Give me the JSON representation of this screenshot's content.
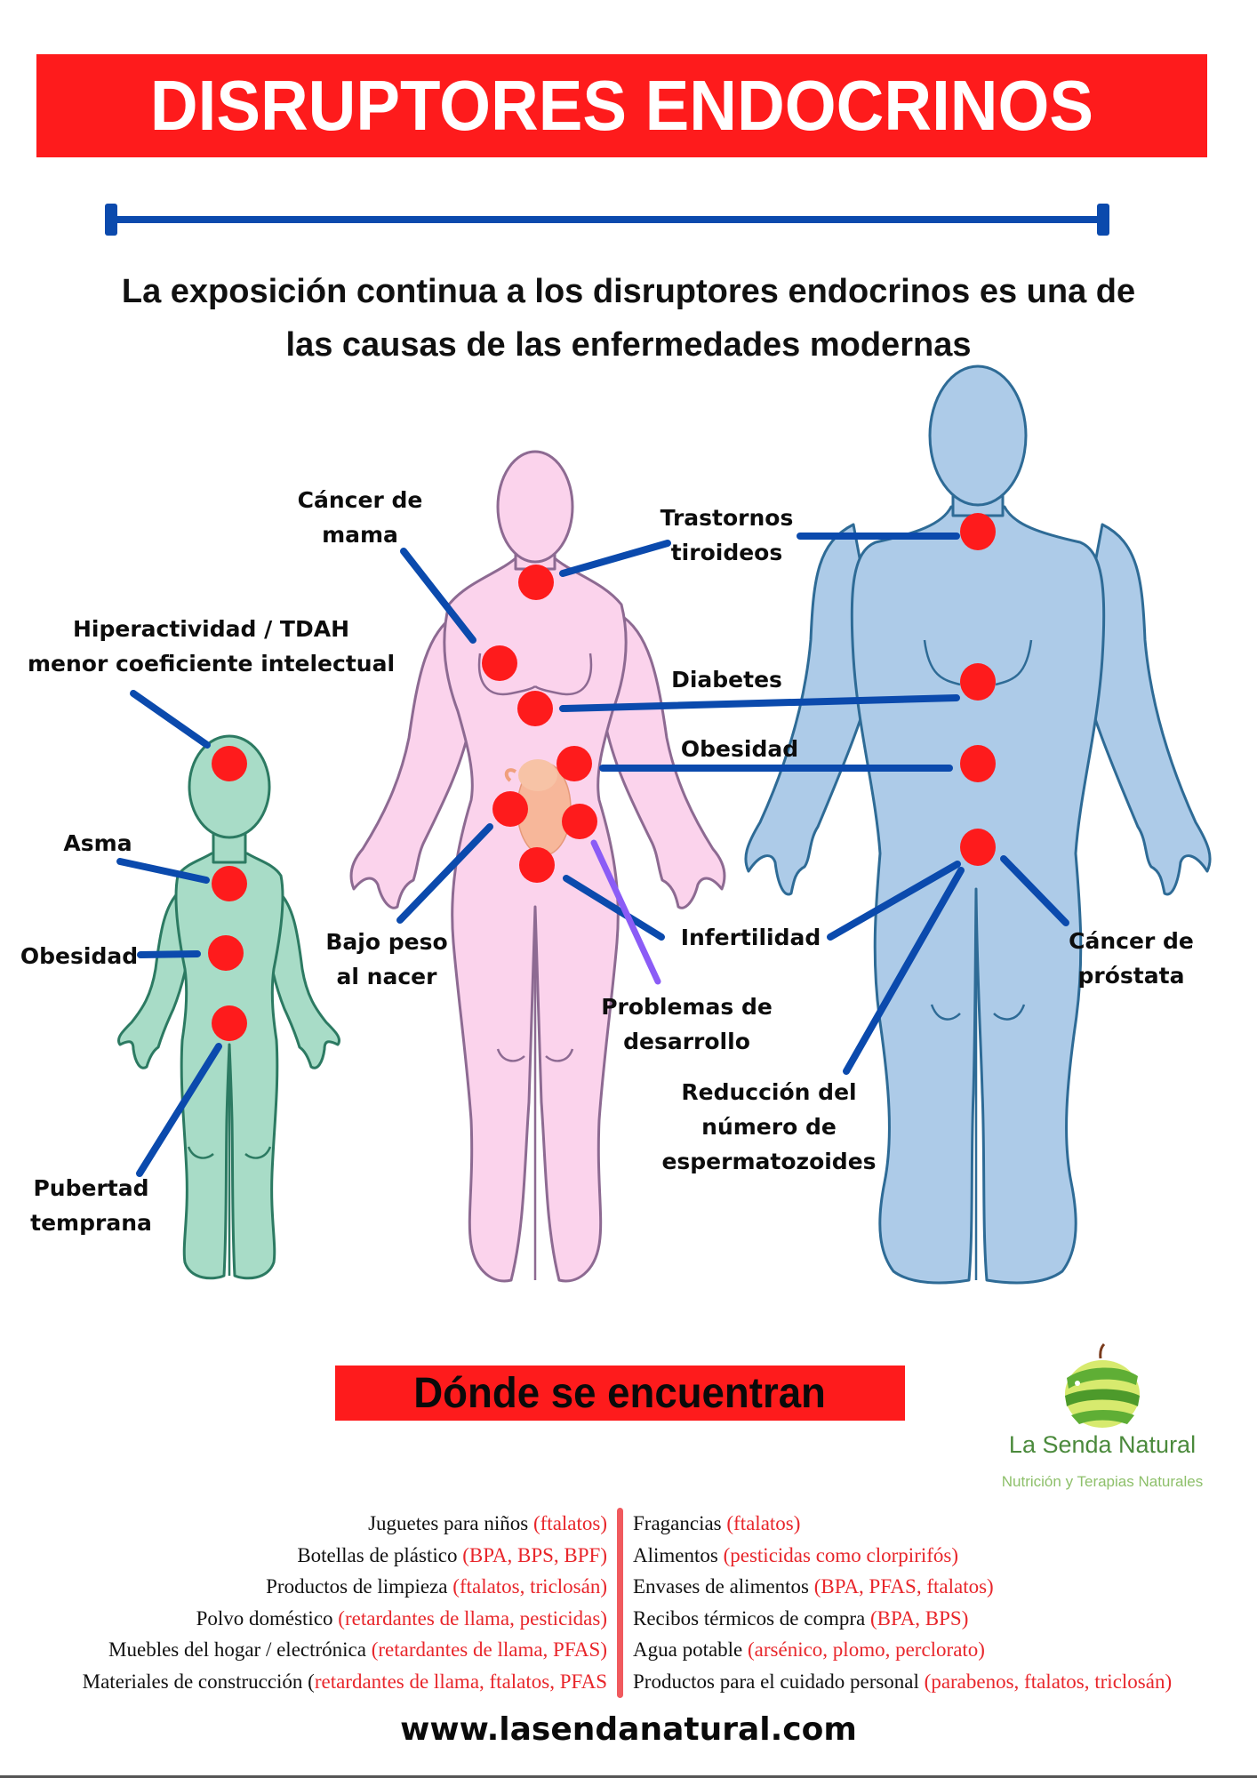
{
  "header": {
    "title": "DISRUPTORES ENDOCRINOS",
    "subtitle_line1": "La exposición continua a los disruptores endocrinos es una de",
    "subtitle_line2": "las causas de las enfermedades modernas"
  },
  "colors": {
    "title_bar": "#fe1b1c",
    "divider": "#0b4aad",
    "marker": "#fe1b1c",
    "callout_line": "#0b4aad",
    "callout_line_alt": "#8b5cf6",
    "child_body": "#a8dcc7",
    "female_body": "#fbd3ec",
    "male_body": "#adcbe8",
    "chemical_text": "#e8262b",
    "logo_green": "#4b8a3c"
  },
  "figures": {
    "child": {
      "labels": {
        "hiperactividad": "Hiperactividad / TDAH\nmenor coeficiente intelectual",
        "asma": "Asma",
        "obesidad": "Obesidad",
        "pubertad": "Pubertad\ntemprana"
      }
    },
    "female": {
      "labels": {
        "cancer_mama": "Cáncer de\nmama",
        "trastornos_tiroideos": "Trastornos\ntiroideos",
        "diabetes": "Diabetes",
        "obesidad": "Obesidad",
        "bajo_peso": "Bajo peso\nal nacer",
        "infertilidad": "Infertilidad",
        "problemas_desarrollo": "Problemas de\ndesarrollo"
      }
    },
    "male": {
      "labels": {
        "cancer_prostata": "Cáncer de\npróstata",
        "reduccion_esperma": "Reducción del\nnúmero de\nespermatozoides"
      }
    }
  },
  "sources": {
    "title": "Dónde se encuentran",
    "left": [
      {
        "item": "Juguetes para niños ",
        "chem": "(ftalatos)"
      },
      {
        "item": "Botellas de plástico ",
        "chem": "(BPA, BPS, BPF)"
      },
      {
        "item": "Productos de limpieza ",
        "chem": "(ftalatos, triclosán)"
      },
      {
        "item": "Polvo doméstico ",
        "chem": "(retardantes de llama, pesticidas)"
      },
      {
        "item": "Muebles del hogar / electrónica ",
        "chem": "(retardantes de llama, PFAS)"
      },
      {
        "item": "Materiales de construcción (",
        "chem": "retardantes de llama, ftalatos, PFAS"
      }
    ],
    "right": [
      {
        "item": "Fragancias ",
        "chem": "(ftalatos)"
      },
      {
        "item": "Alimentos ",
        "chem": "(pesticidas como clorpirifós)"
      },
      {
        "item": "Envases de alimentos ",
        "chem": "(BPA, PFAS, ftalatos)"
      },
      {
        "item": "Recibos térmicos de compra ",
        "chem": "(BPA, BPS)"
      },
      {
        "item": "Agua potable ",
        "chem": "(arsénico, plomo, perclorato)"
      },
      {
        "item": "Productos para el cuidado personal ",
        "chem": "(parabenos, ftalatos, triclosán)"
      }
    ]
  },
  "logo": {
    "name": "La Senda Natural",
    "tagline": "Nutrición y Terapias Naturales",
    "icon": "peeled-green-apple-icon"
  },
  "footer": {
    "website": "www.lasendanatural.com"
  }
}
